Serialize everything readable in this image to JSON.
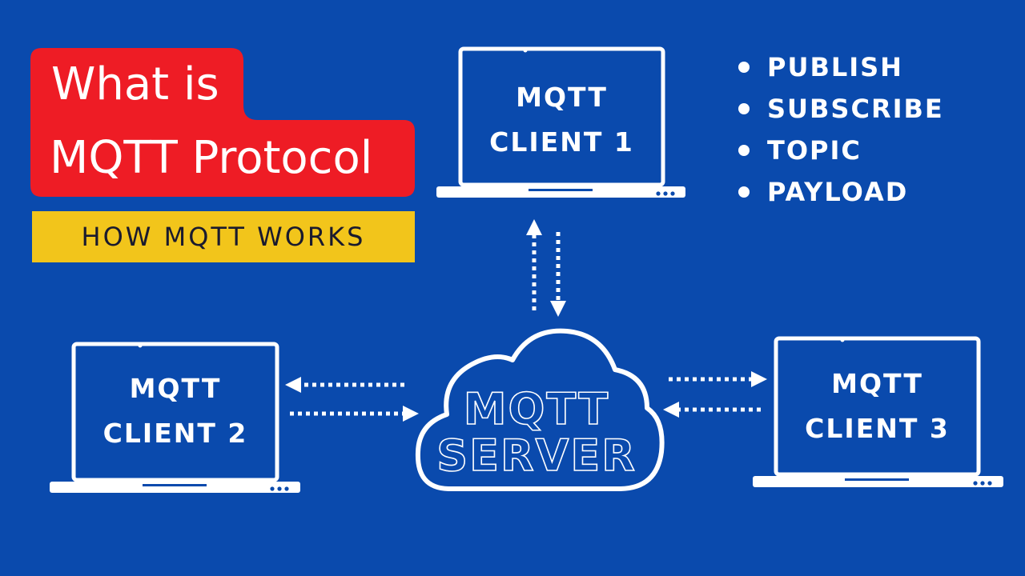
{
  "title": {
    "line1": "What is",
    "line2": "MQTT Protocol",
    "subtitle": "HOW MQTT WORKS"
  },
  "clients": [
    {
      "line1": "MQTT",
      "line2": "CLIENT 1"
    },
    {
      "line1": "MQTT",
      "line2": "CLIENT 2"
    },
    {
      "line1": "MQTT",
      "line2": "CLIENT 3"
    }
  ],
  "server": {
    "line1": "MQTT",
    "line2": "SERVER"
  },
  "concepts": [
    "PUBLISH",
    "SUBSCRIBE",
    "TOPIC",
    "PAYLOAD"
  ],
  "colors": {
    "background": "#0a4aad",
    "title_box": "#ee1c25",
    "subtitle_box": "#f2c51b",
    "line": "#ffffff"
  }
}
